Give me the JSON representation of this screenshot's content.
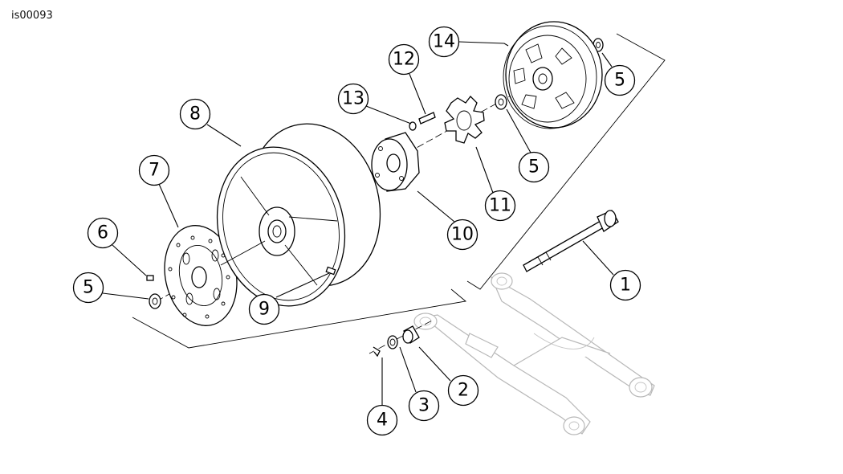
{
  "figure": {
    "ref_id": "is00093",
    "callouts": [
      {
        "label": "1"
      },
      {
        "label": "2"
      },
      {
        "label": "3"
      },
      {
        "label": "4"
      },
      {
        "label": "5"
      },
      {
        "label": "5"
      },
      {
        "label": "5"
      },
      {
        "label": "6"
      },
      {
        "label": "7"
      },
      {
        "label": "8"
      },
      {
        "label": "9"
      },
      {
        "label": "10"
      },
      {
        "label": "11"
      },
      {
        "label": "12"
      },
      {
        "label": "13"
      },
      {
        "label": "14"
      }
    ]
  }
}
